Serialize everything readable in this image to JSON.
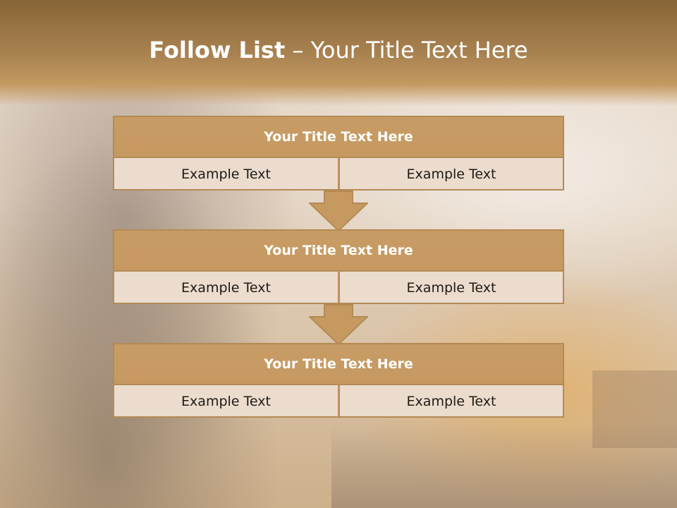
{
  "slide": {
    "title_bold": "Follow List",
    "title_rest": " – Your Title Text Here"
  },
  "blocks": [
    {
      "title": "Your Title Text Here",
      "left": "Example Text",
      "right": "Example Text"
    },
    {
      "title": "Your Title Text Here",
      "left": "Example Text",
      "right": "Example Text"
    },
    {
      "title": "Your Title Text Here",
      "left": "Example Text",
      "right": "Example Text"
    }
  ],
  "colors": {
    "header": "#a88150",
    "block_title_bg": "#c79c64",
    "cell_bg": "#ebdcce",
    "border": "#b48a55"
  }
}
